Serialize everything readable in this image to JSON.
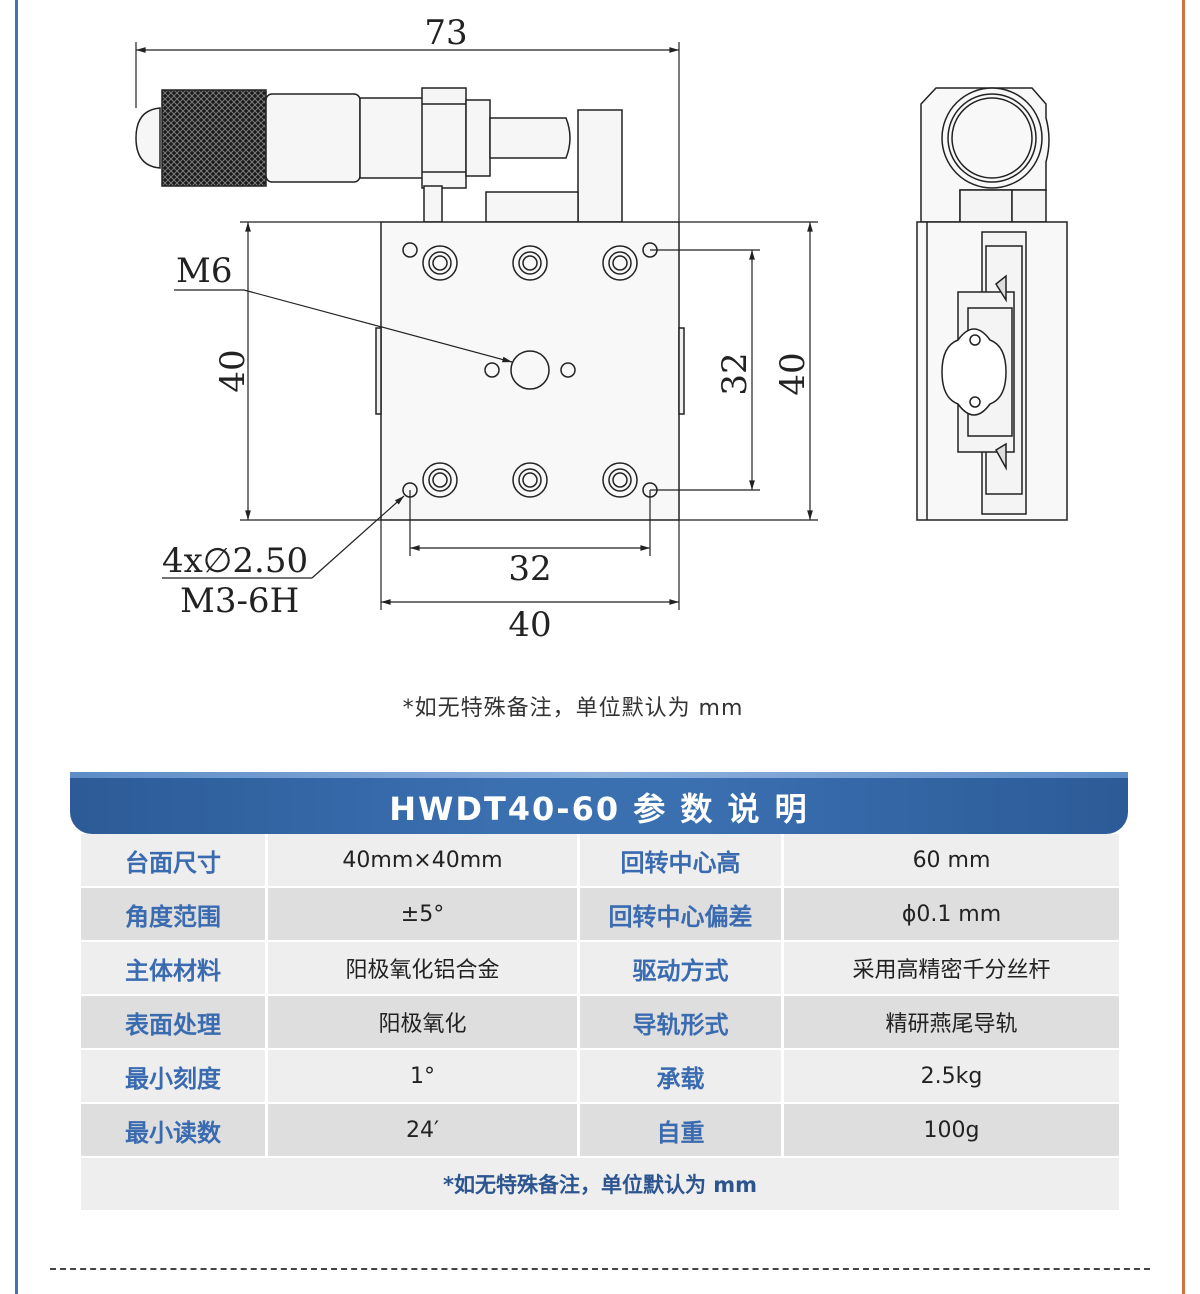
{
  "drawing": {
    "dim_overall_width": "73",
    "dim_plate_height_left": "40",
    "dim_hole_spacing_vertical": "32",
    "dim_plate_height_right": "40",
    "dim_hole_spacing_horizontal": "32",
    "dim_plate_width_bottom": "40",
    "label_center_thread": "M6",
    "label_holes_line1": "4x∅2.50",
    "label_holes_line2": "M3-6H"
  },
  "note_top": "*如无特殊备注，单位默认为 mm",
  "spec_table": {
    "title": "HWDT40-60 参 数 说 明",
    "rows": [
      {
        "k1": "台面尺寸",
        "v1": "40mm×40mm",
        "k2": "回转中心高",
        "v2": "60 mm"
      },
      {
        "k1": "角度范围",
        "v1": "±5°",
        "k2": "回转中心偏差",
        "v2": "ϕ0.1 mm"
      },
      {
        "k1": "主体材料",
        "v1": "阳极氧化铝合金",
        "k2": "驱动方式",
        "v2": "采用高精密千分丝杆"
      },
      {
        "k1": "表面处理",
        "v1": "阳极氧化",
        "k2": "导轨形式",
        "v2": "精研燕尾导轨"
      },
      {
        "k1": "最小刻度",
        "v1": "1°",
        "k2": "承载",
        "v2": "2.5kg"
      },
      {
        "k1": "最小读数",
        "v1": "24′",
        "k2": "自重",
        "v2": "100g"
      }
    ],
    "footnote": "*如无特殊备注，单位默认为 mm"
  },
  "colors": {
    "accent_blue": "#3a6fb0",
    "edge_orange": "#d2733f",
    "key_text": "#3a6bb0"
  }
}
